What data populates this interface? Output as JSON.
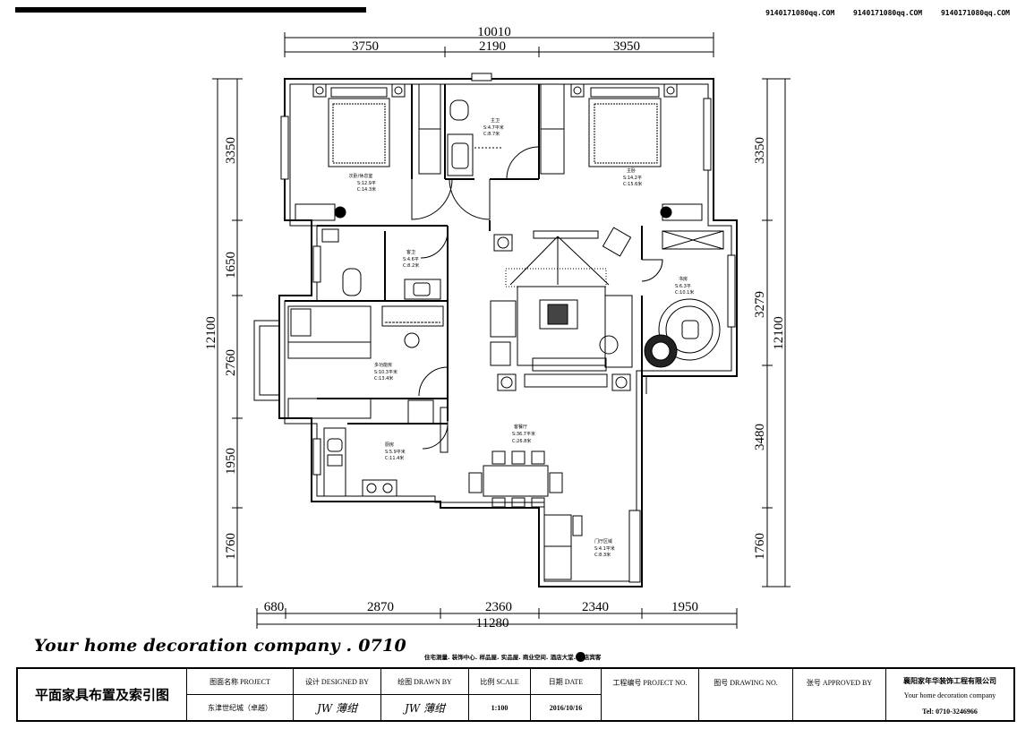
{
  "header": {
    "emails": [
      "9140171080qq.COM",
      "9140171080qq.COM",
      "9140171080qq.COM"
    ]
  },
  "dimensions": {
    "top_total": "10010",
    "top_segments": [
      "3750",
      "2190",
      "3950"
    ],
    "bottom_total": "11280",
    "bottom_segments": [
      "680",
      "2870",
      "2360",
      "2340",
      "1950"
    ],
    "left_total": "12100",
    "left_segments": [
      "3350",
      "1650",
      "2760",
      "1950",
      "1760"
    ],
    "right_total": "12100",
    "right_segments": [
      "3350",
      "3279",
      "3480",
      "1760"
    ]
  },
  "rooms": {
    "guest_bedroom": {
      "name": "次卧/休息室",
      "area": "S:12.9平",
      "perimeter": "C:14.3米"
    },
    "master_bath": {
      "name": "主卫",
      "area": "S:4.7平米",
      "perimeter": "C:8.7米"
    },
    "master_bedroom": {
      "name": "主卧",
      "area": "S:14.2平",
      "perimeter": "C:15.6米"
    },
    "guest_bath": {
      "name": "客卫",
      "area": "S:4.6平",
      "perimeter": "C:8.2米"
    },
    "study": {
      "name": "书房",
      "area": "S:6.3平",
      "perimeter": "C:10.1米"
    },
    "multi_room": {
      "name": "多功能房",
      "area": "S:10.3平米",
      "perimeter": "C:13.4米"
    },
    "living_dining": {
      "name": "客餐厅",
      "area": "S:36.7平米",
      "perimeter": "C:26.8米"
    },
    "kitchen": {
      "name": "厨房",
      "area": "S:5.9平米",
      "perimeter": "C:11.4米"
    },
    "foyer": {
      "name": "门厅区域",
      "area": "S:4.1平米",
      "perimeter": "C:8.3米"
    }
  },
  "footer": {
    "company_tagline": "Your home decoration company . 0710",
    "legend_note": "住宅测量. 装饰中心. 样品屋. 实品屋. 商业空间. 酒店大堂. 私店宾客",
    "block": {
      "drawing_title": "平面家具布置及索引图",
      "project_label": "图面名称 PROJECT",
      "project_value": "东津世纪城（卓越）",
      "designed_label": "设计 DESIGNED BY",
      "designed_sig": "JW 薄绀",
      "drawn_label": "绘图 DRAWN BY",
      "drawn_sig": "JW 薄绀",
      "scale_label": "比例 SCALE",
      "scale_value": "1:100",
      "date_label": "日期 DATE",
      "date_value": "2016/10/16",
      "project_no_label": "工程编号 PROJECT NO.",
      "drawing_no_label": "图号 DRAWING NO.",
      "approved_label": "张号 APPROVED BY",
      "company_cn": "襄阳家年华装饰工程有限公司",
      "company_en": "Your home decoration company",
      "tel": "Tel: 0710-3246966"
    }
  }
}
